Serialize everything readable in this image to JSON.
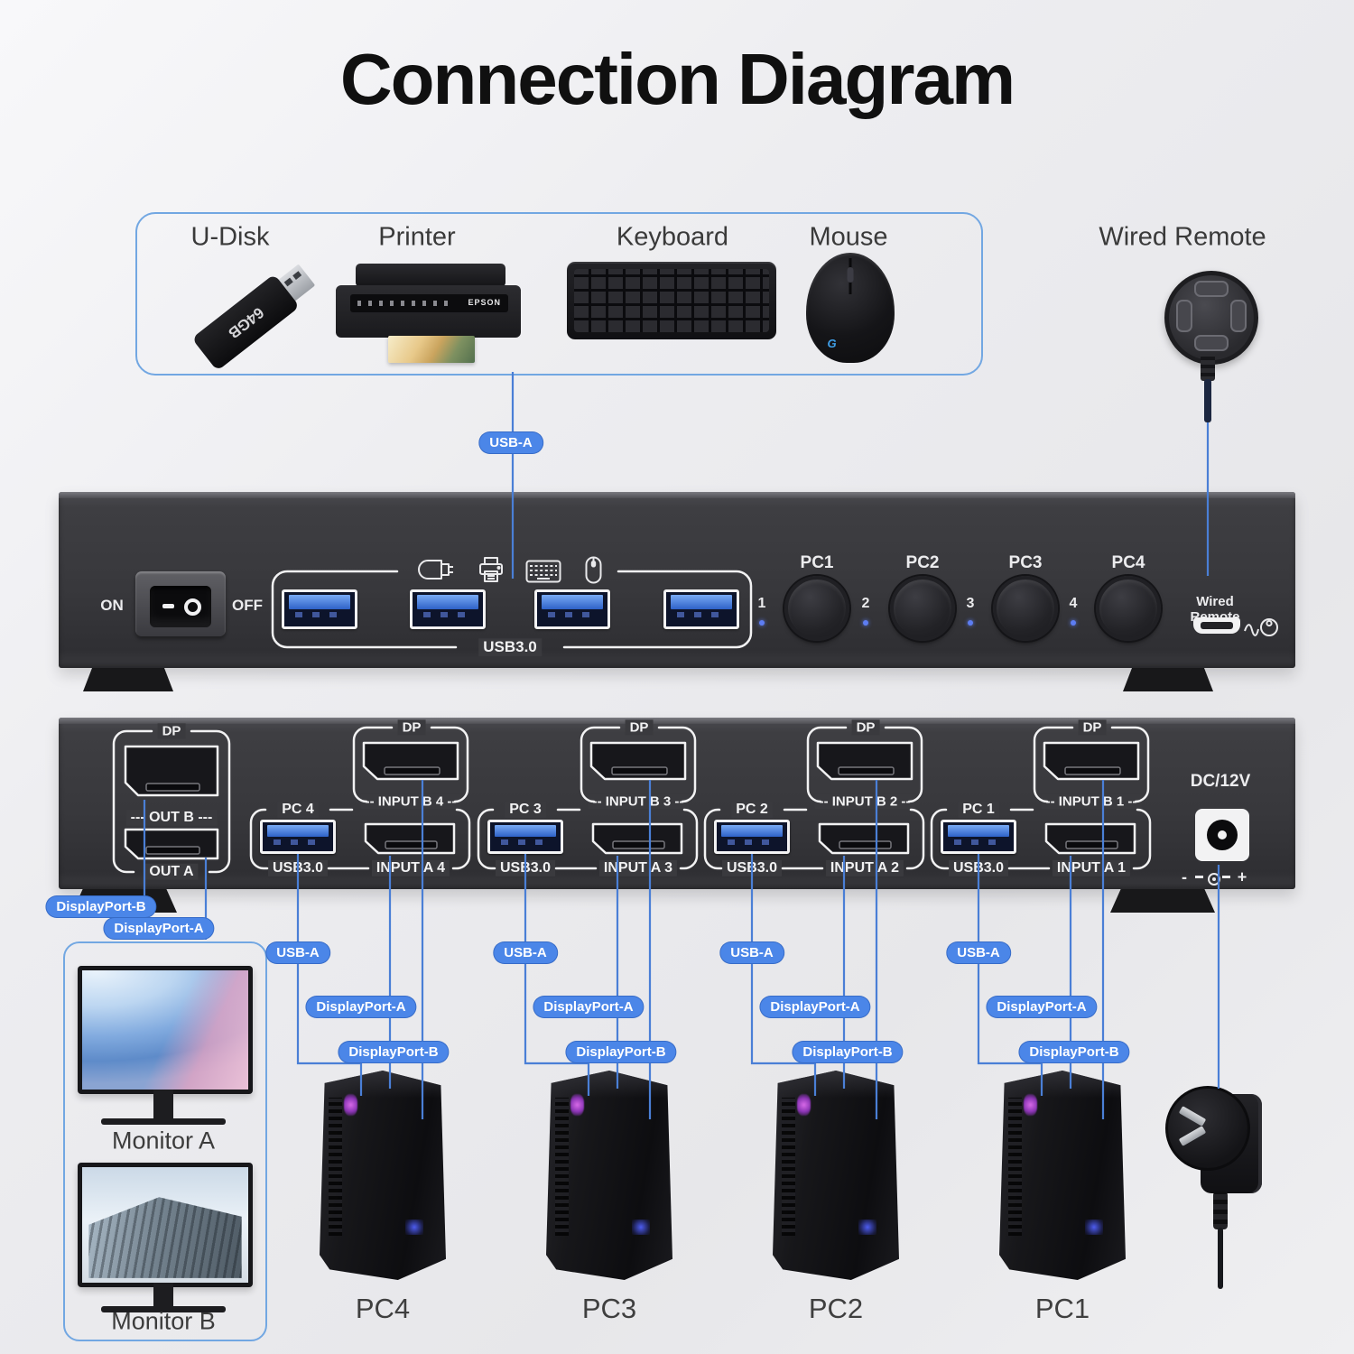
{
  "title": "Connection Diagram",
  "peripheral_box": {
    "items": [
      {
        "label": "U-Disk",
        "capacity": "64GB",
        "icon": "usb-flash-drive"
      },
      {
        "label": "Printer",
        "brand": "EPSON",
        "icon": "printer"
      },
      {
        "label": "Keyboard",
        "icon": "keyboard"
      },
      {
        "label": "Mouse",
        "icon": "gaming-mouse"
      }
    ],
    "wired_remote_label": "Wired Remote"
  },
  "front_panel": {
    "power_on": "ON",
    "power_off": "OFF",
    "usb_group_label": "USB3.0",
    "icons": [
      "usb-plug-icon",
      "printer-icon",
      "keyboard-icon",
      "mouse-icon"
    ],
    "channels": [
      {
        "number": "1",
        "button": "PC1"
      },
      {
        "number": "2",
        "button": "PC2"
      },
      {
        "number": "3",
        "button": "PC3"
      },
      {
        "number": "4",
        "button": "PC4"
      }
    ],
    "wired_remote_line1": "Wired",
    "wired_remote_line2": "Remote"
  },
  "back_panel": {
    "out_group": {
      "dp": "DP",
      "out_b": "--- OUT B ---",
      "out_a": "OUT A"
    },
    "groups": [
      {
        "pc": "PC 4",
        "dp": "DP",
        "input_b": "-- INPUT B 4 --",
        "usb": "USB3.0",
        "input_a": "INPUT A 4"
      },
      {
        "pc": "PC 3",
        "dp": "DP",
        "input_b": "-- INPUT B 3 --",
        "usb": "USB3.0",
        "input_a": "INPUT A 3"
      },
      {
        "pc": "PC 2",
        "dp": "DP",
        "input_b": "-- INPUT B 2 --",
        "usb": "USB3.0",
        "input_a": "INPUT A 2"
      },
      {
        "pc": "PC 1",
        "dp": "DP",
        "input_b": "-- INPUT B 1 --",
        "usb": "USB3.0",
        "input_a": "INPUT A 1"
      }
    ],
    "dc_label": "DC/12V",
    "polarity_neg": "-",
    "polarity_pos": "+"
  },
  "cable_labels": {
    "usb_a": "USB-A",
    "displayport_a": "DisplayPort-A",
    "displayport_b": "DisplayPort-B"
  },
  "monitors": [
    {
      "label": "Monitor A"
    },
    {
      "label": "Monitor B"
    }
  ],
  "computers": [
    {
      "label": "PC4"
    },
    {
      "label": "PC3"
    },
    {
      "label": "PC2"
    },
    {
      "label": "PC1"
    }
  ],
  "colors": {
    "accent_blue": "#4b86e8",
    "line_blue": "#4a7fd6",
    "panel": "#3a3a3e",
    "usb_port_blue": "#3f7ce2"
  }
}
